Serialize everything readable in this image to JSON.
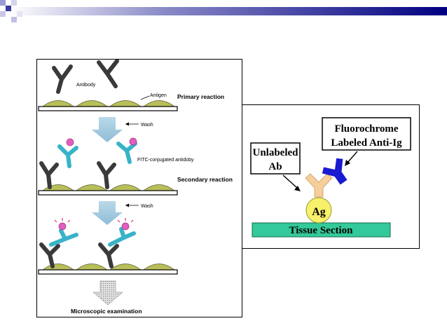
{
  "left_diagram": {
    "antibody_label": "Antibody",
    "antigen_label": "Antigen",
    "primary_reaction": "Primary reaction",
    "wash_1": "Wash",
    "fitc_label": "FITC-conjugated antidoby",
    "secondary_reaction": "Secondary reaction",
    "wash_2": "Wash",
    "microscopic_examination": "Microscopic examination"
  },
  "right_diagram": {
    "unlabeled_ab_line1": "Unlabeled",
    "unlabeled_ab_line2": "Ab",
    "fluorochrome_line1": "Fluorochrome",
    "fluorochrome_line2": "Labeled Anti-Ig",
    "antigen": "Ag",
    "tissue_section": "Tissue Section"
  },
  "colors": {
    "header_bar_start": "#ffffff",
    "header_bar_end": "#000080",
    "antibody_dark": "#3a3a3a",
    "antigen_bump": "#b8bf5a",
    "secondary_ab": "#38b3c8",
    "fitc_label": "#e060c0",
    "arrow_fill": "#a8cde0",
    "tissue_section": "#33c99a",
    "ag_circle": "#f7f06a",
    "unlabeled_ab": "#f6ce9a",
    "anti_ig": "#1a1ad0"
  }
}
